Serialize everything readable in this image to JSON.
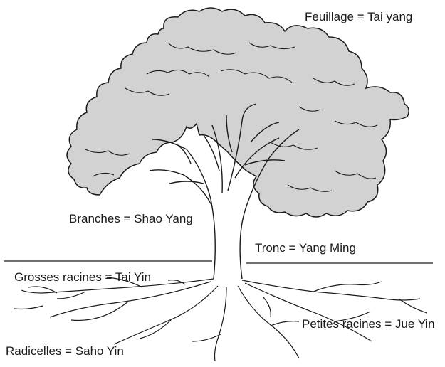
{
  "labels": {
    "feuillage": "Feuillage = Tai yang",
    "branches": "Branches = Shao Yang",
    "tronc": "Tronc = Yang Ming",
    "grosses_racines": "Grosses racines = Tai Yin",
    "petites_racines": "Petites racines = Jue Yin",
    "radicelles": "Radicelles  = Saho Yin"
  },
  "colors": {
    "foliage_fill": "#d2d2d2",
    "ink": "#1a1a1a",
    "background": "#ffffff"
  }
}
